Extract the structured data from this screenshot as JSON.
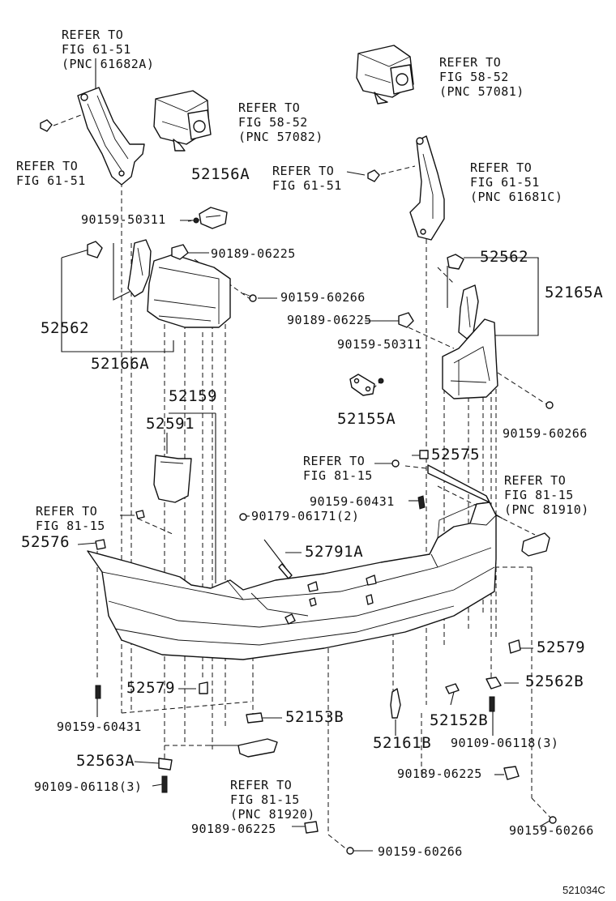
{
  "labels": {
    "ref_61_51_a": "REFER TO\nFIG 61-51\n(PNC 61682A)",
    "ref_61_51_b": "REFER TO\nFIG 61-51",
    "ref_58_52_a": "REFER TO\nFIG 58-52\n(PNC 57082)",
    "ref_58_52_b": "REFER TO\nFIG 58-52\n(PNC 57081)",
    "ref_61_51_c": "REFER TO\nFIG 61-51",
    "ref_61_51_d": "REFER TO\nFIG 61-51\n(PNC 61681C)",
    "p52156A": "52156A",
    "p90159_50311_a": "90159-50311",
    "p90189_06225_a": "90189-06225",
    "p90159_60266_a": "90159-60266",
    "p52562_left": "52562",
    "p52166A": "52166A",
    "p52562_right": "52562",
    "p52165A": "52165A",
    "p90189_06225_b": "90189-06225",
    "p90159_50311_b": "90159-50311",
    "p52155A": "52155A",
    "p90159_60266_b": "90159-60266",
    "p52159": "52159",
    "p52591": "52591",
    "ref_81_15_a": "REFER TO\nFIG 81-15",
    "p52575": "52575",
    "ref_81_15_b": "REFER TO\nFIG 81-15\n(PNC 81910)",
    "p90159_60431_a": "90159-60431",
    "p90179_06171": "90179-06171(2)",
    "ref_81_15_c": "REFER TO\nFIG 81-15",
    "p52576": "52576",
    "p52791A": "52791A",
    "p52579_right": "52579",
    "p52579_left": "52579",
    "p52562B": "52562B",
    "p90159_60431_b": "90159-60431",
    "p52153B": "52153B",
    "p52152B": "52152B",
    "p52161B": "52161B",
    "p90109_06118_a": "90109-06118(3)",
    "p52563A": "52563A",
    "p90109_06118_b": "90109-06118(3)",
    "ref_81_15_d": "REFER TO\nFIG 81-15\n(PNC 81920)",
    "p90189_06225_c": "90189-06225",
    "p90189_06225_d": "90189-06225",
    "p90159_60266_c": "90159-60266",
    "p90159_60266_d": "90159-60266",
    "figure_code": "521034C"
  }
}
